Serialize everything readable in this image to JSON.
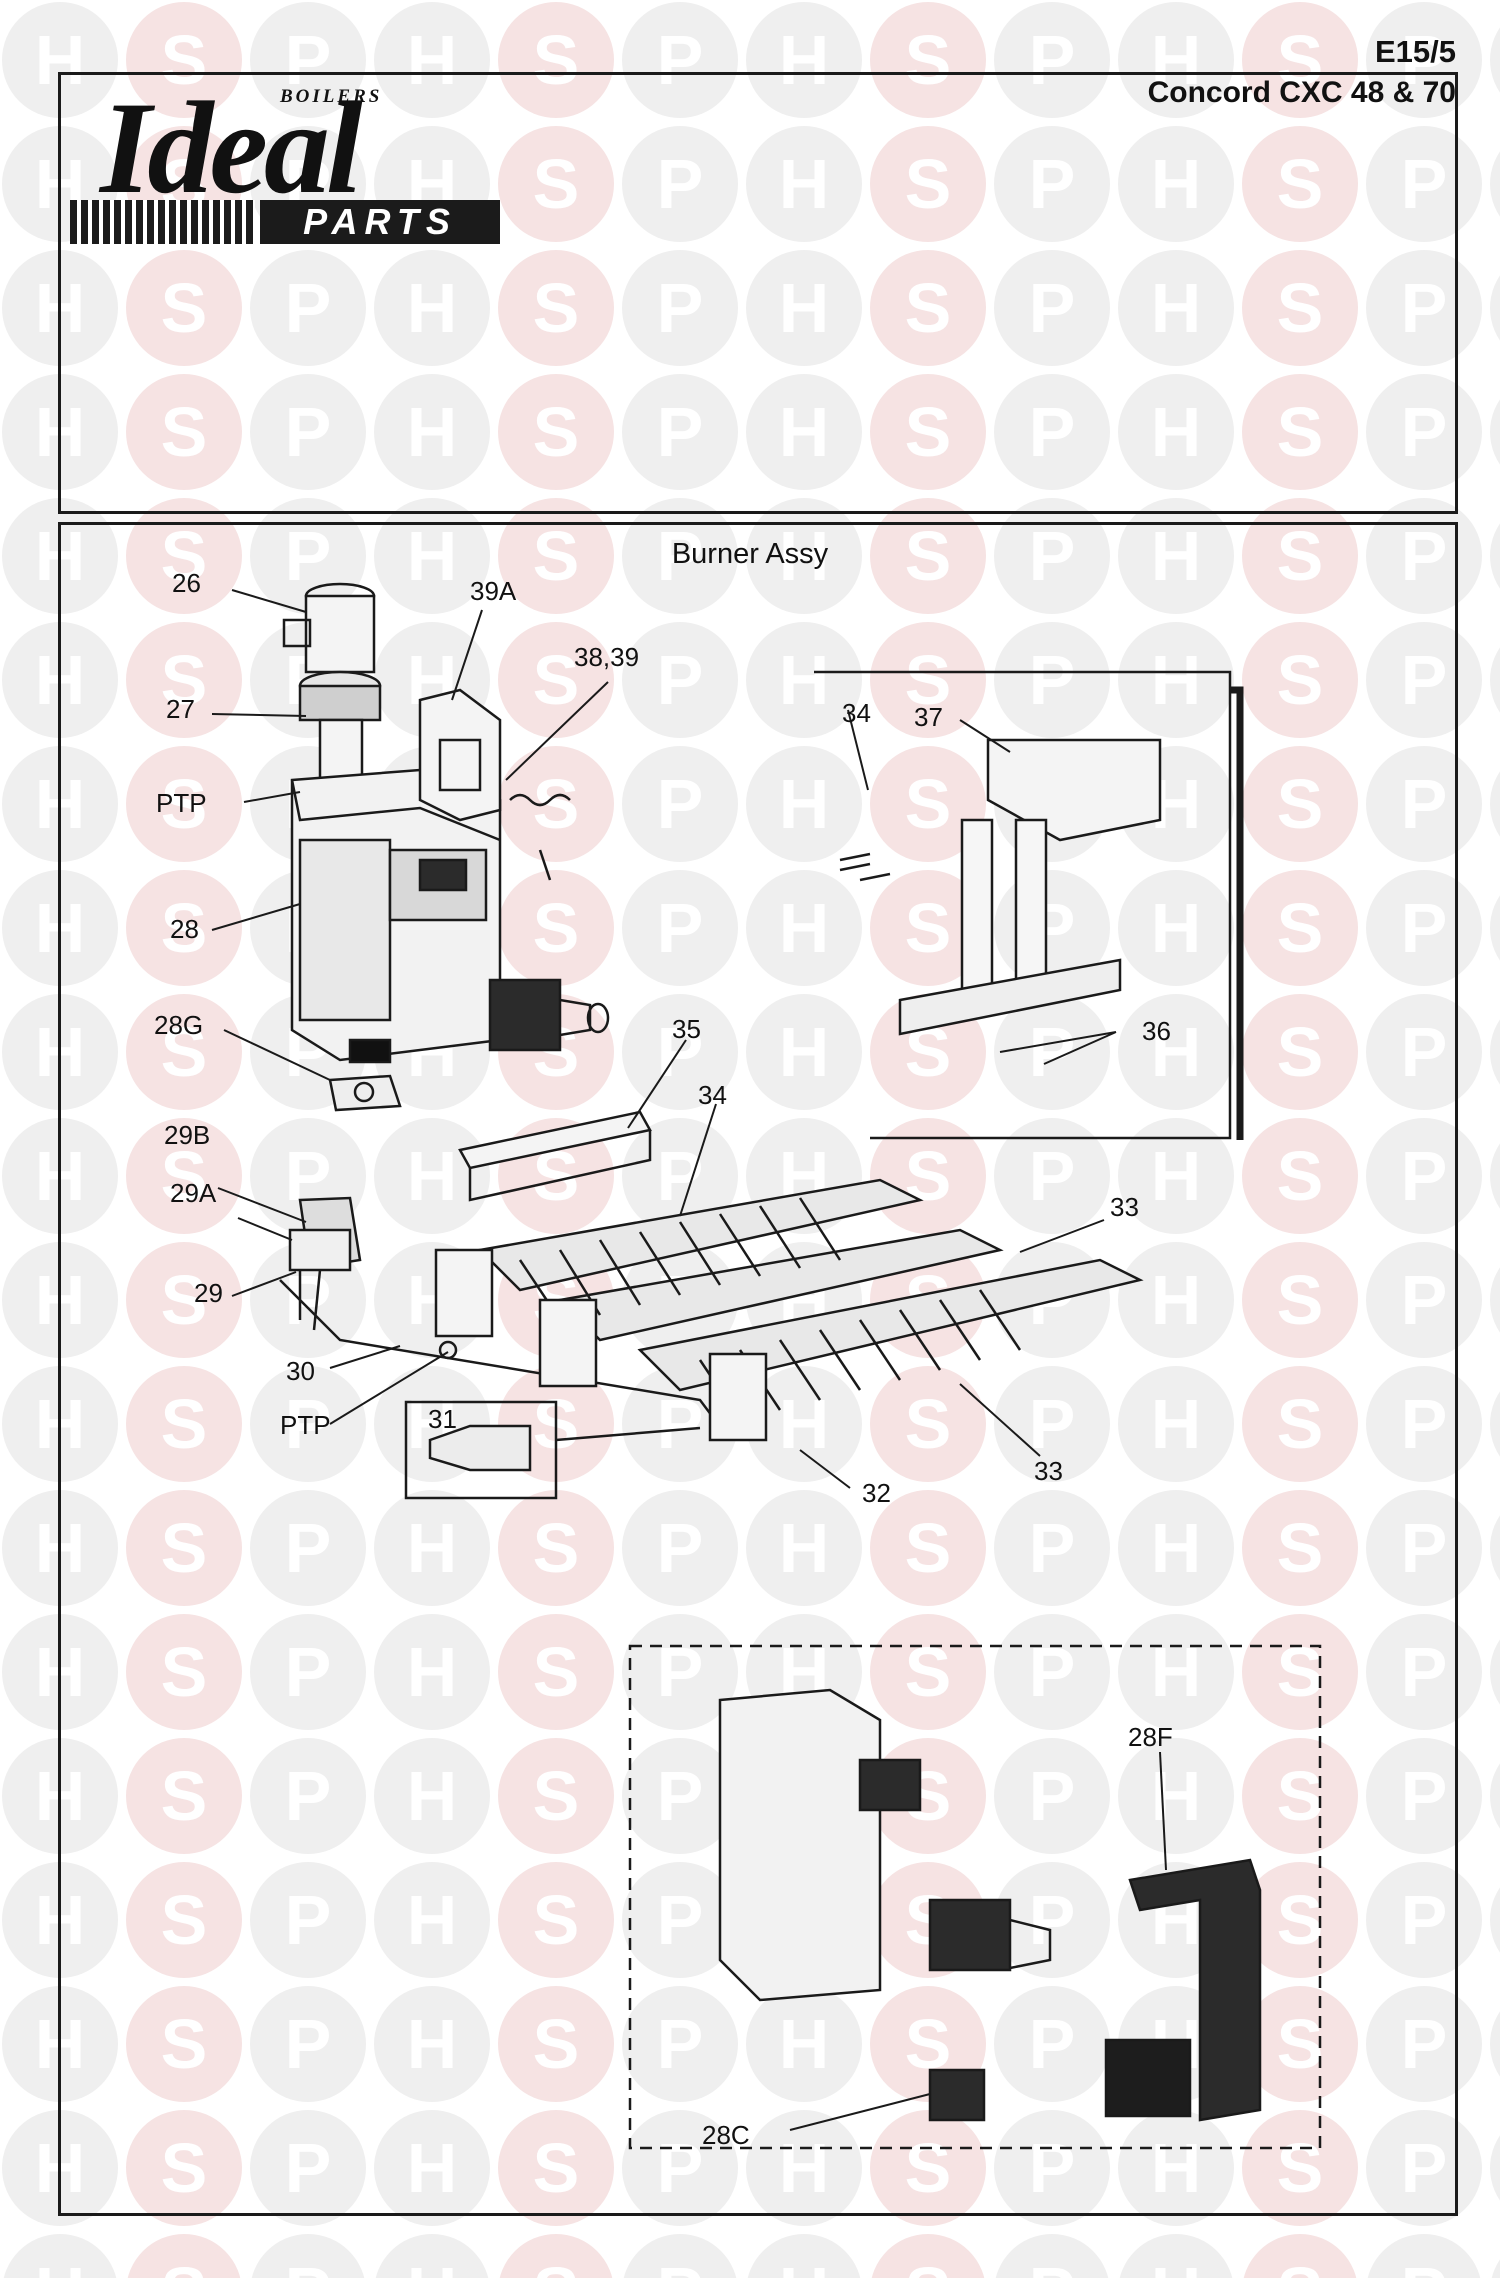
{
  "header": {
    "sheet_code": "E15/5",
    "model": "Concord CXC 48 & 70"
  },
  "logo": {
    "boilers": "BOILERS",
    "brand": "Ideal",
    "parts": "PARTS"
  },
  "watermark_letters": [
    "H",
    "S",
    "P"
  ],
  "diagram": {
    "title": "Burner Assy",
    "callouts": [
      {
        "id": "c26",
        "label": "26"
      },
      {
        "id": "c39a",
        "label": "39A"
      },
      {
        "id": "c3839",
        "label": "38,39"
      },
      {
        "id": "c27",
        "label": "27"
      },
      {
        "id": "cptp1",
        "label": "PTP"
      },
      {
        "id": "c34a",
        "label": "34"
      },
      {
        "id": "c37",
        "label": "37"
      },
      {
        "id": "c28",
        "label": "28"
      },
      {
        "id": "c28g",
        "label": "28G"
      },
      {
        "id": "c35",
        "label": "35"
      },
      {
        "id": "c34b",
        "label": "34"
      },
      {
        "id": "c36",
        "label": "36"
      },
      {
        "id": "c29b",
        "label": "29B"
      },
      {
        "id": "c29a",
        "label": "29A"
      },
      {
        "id": "c33a",
        "label": "33"
      },
      {
        "id": "c29",
        "label": "29"
      },
      {
        "id": "c30",
        "label": "30"
      },
      {
        "id": "cptp2",
        "label": "PTP"
      },
      {
        "id": "c31",
        "label": "31"
      },
      {
        "id": "c32",
        "label": "32"
      },
      {
        "id": "c33b",
        "label": "33"
      },
      {
        "id": "c28f",
        "label": "28F"
      },
      {
        "id": "c28c",
        "label": "28C"
      }
    ]
  }
}
